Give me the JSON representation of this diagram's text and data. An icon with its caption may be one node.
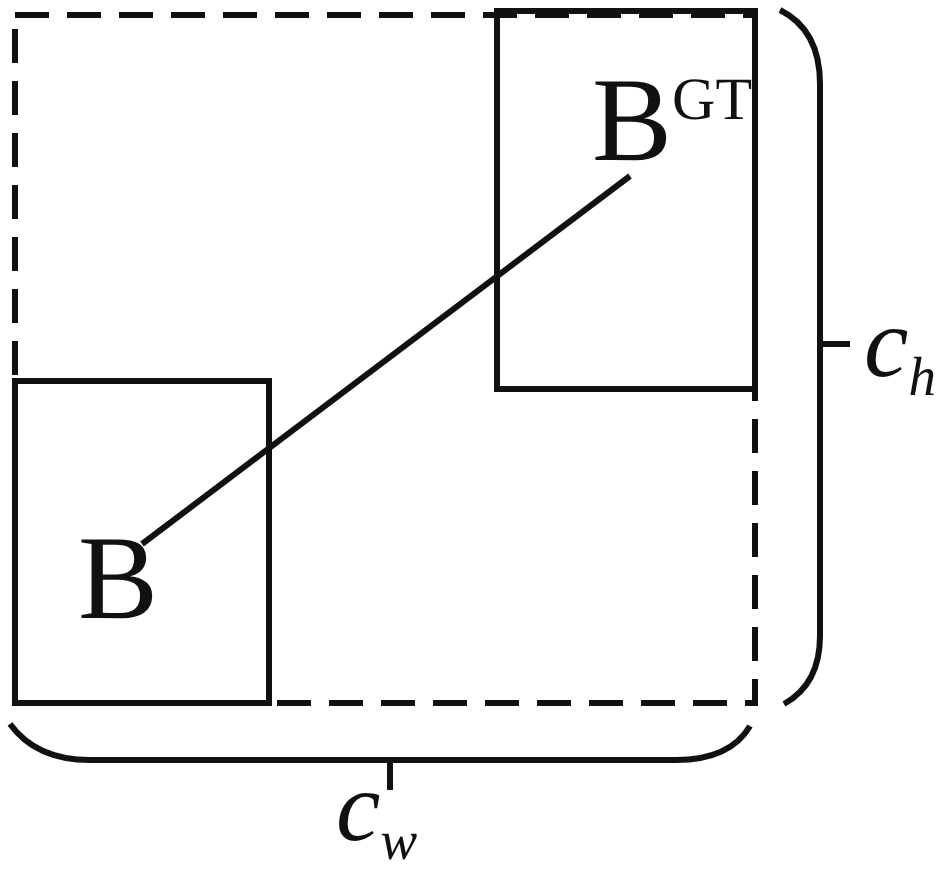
{
  "diagram": {
    "nodes": [
      {
        "text": [],
        "shape": "box"
      },
      {
        "text": [
          "B"
        ],
        "in": 0
      },
      {
        "text": [
          "B$^{GT}$"
        ],
        "in": 0
      }
    ],
    "edges": [
      {
        "from": 1,
        "to": 2,
        "arrow": "none"
      }
    ],
    "labels": [
      "c$_{h}$",
      "c$_{w}$"
    ]
  }
}
